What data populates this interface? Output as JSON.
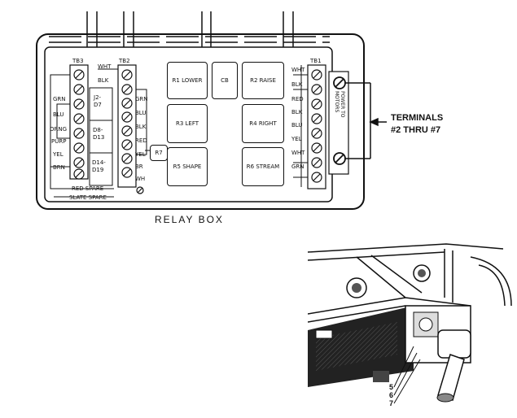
{
  "relay_box": {
    "caption": "RELAY BOX",
    "terminal_blocks": {
      "tb3": "TB3",
      "tb2": "TB2",
      "tb1": "TB1"
    },
    "relays": {
      "r1": "R1 LOWER",
      "cb": "CB",
      "r2": "R2 RAISE",
      "r3": "R3 LEFT",
      "r4": "R4 RIGHT",
      "r5": "R5 SHAPE",
      "r6": "R6 STREAM",
      "r7": "R7"
    },
    "diodes": {
      "d1": "J2-\nD7",
      "d2": "D8-\nD13",
      "d3": "D14-\nD19"
    },
    "tb3_wires": [
      "GRN",
      "BLU",
      "ORNG",
      "PURP",
      "YEL",
      "BRN"
    ],
    "tb2_wires": [
      "WHT",
      "BLK",
      "GRN",
      "BLU",
      "BLK",
      "RED",
      "YEL",
      "BR",
      "WH"
    ],
    "tb1_wires": [
      "WHT",
      "BLK",
      "RED",
      "BLK",
      "BLU",
      "YEL",
      "WHT",
      "GRN"
    ],
    "spares": [
      "RED SPARE",
      "SLATE SPARE"
    ],
    "tb1_side_label": "POWER TO\nMOTORS"
  },
  "callout": {
    "line1": "TERMINALS",
    "line2": "#2 THRU #7"
  },
  "photo_terminal_numbers": [
    "5",
    "6",
    "7"
  ]
}
